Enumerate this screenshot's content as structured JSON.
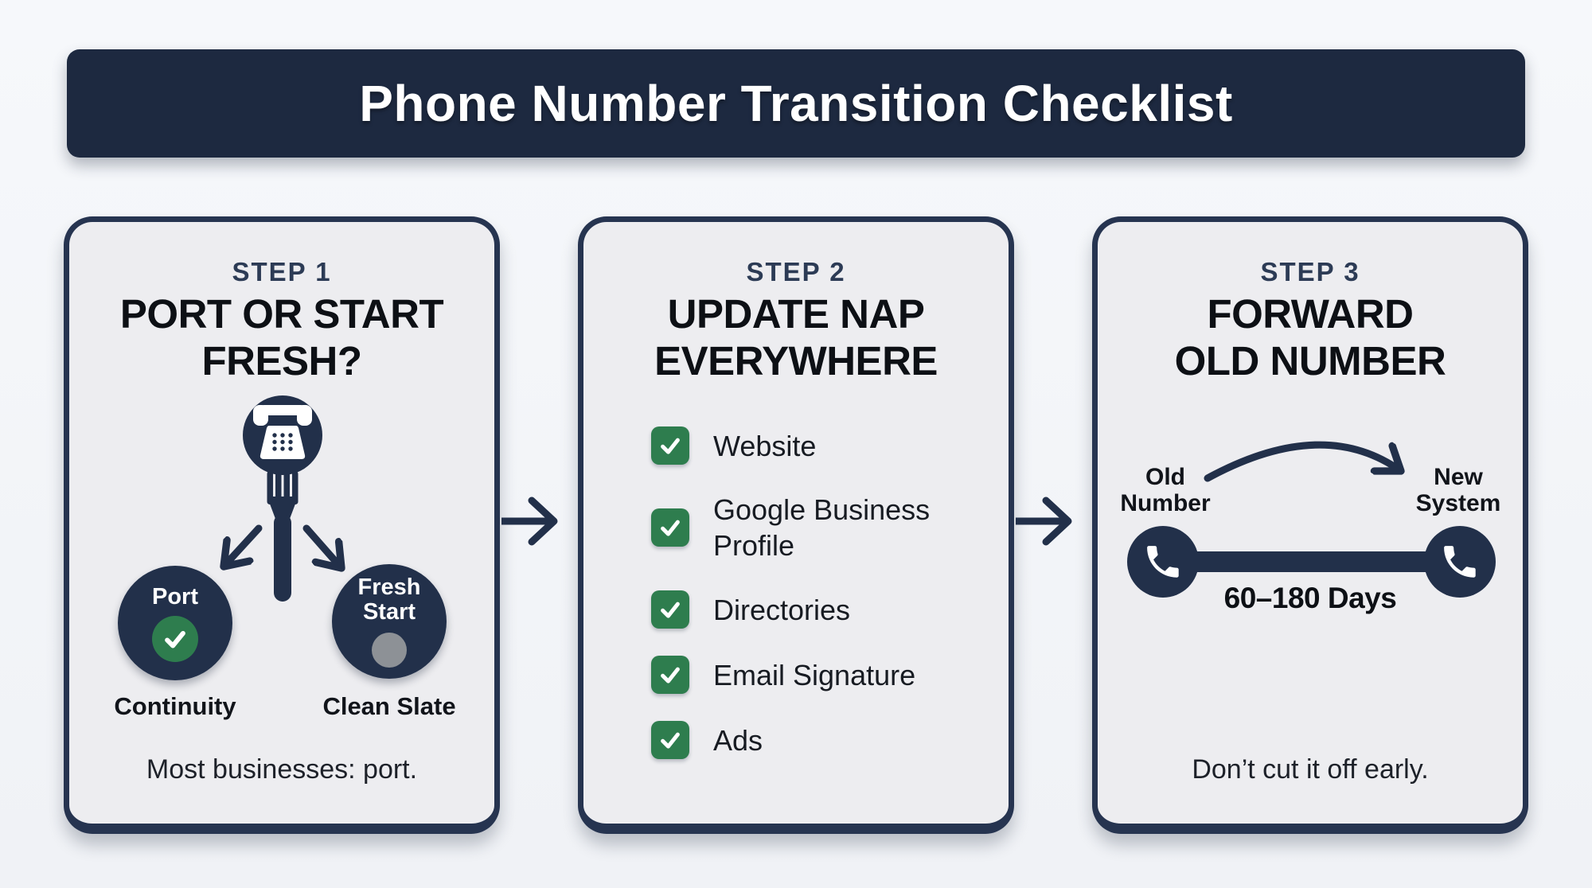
{
  "title": "Phone Number Transition Checklist",
  "colors": {
    "navy": "#22304a",
    "banner": "#1d2940",
    "card_border": "#263450",
    "green_check": "#2e7d4e",
    "gray_dot": "#8d9196",
    "page_background": "#f3f5f8",
    "card_background": "#ededf0"
  },
  "steps": [
    {
      "label": "STEP 1",
      "heading_line1": "PORT OR START",
      "heading_line2": "FRESH?",
      "options": [
        {
          "name": "Port",
          "caption": "Continuity",
          "marker": "green-check"
        },
        {
          "name": "Fresh Start",
          "caption": "Clean Slate",
          "marker": "gray-dot"
        }
      ],
      "footnote": "Most businesses: port."
    },
    {
      "label": "STEP 2",
      "heading_line1": "UPDATE NAP",
      "heading_line2": "EVERYWHERE",
      "checklist": [
        "Website",
        "Google Business Profile",
        "Directories",
        "Email Signature",
        "Ads"
      ]
    },
    {
      "label": "STEP 3",
      "heading_line1": "FORWARD",
      "heading_line2": "OLD NUMBER",
      "from_label": "Old Number",
      "to_label": "New System",
      "duration": "60–180 Days",
      "footnote": "Don’t cut it off early."
    }
  ]
}
